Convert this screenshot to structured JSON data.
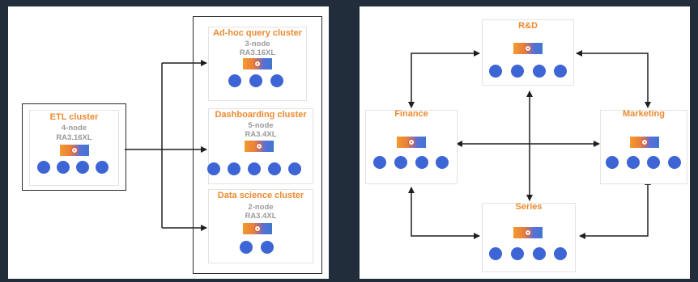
{
  "colors": {
    "background": "#222d3b",
    "panel": "#ffffff",
    "title_accent": "#ed8a2f",
    "spec_text": "#9a9a9a",
    "node": "#3e65d6",
    "arrow": "#1f1f1f"
  },
  "left_diagram": {
    "etl_cluster": {
      "title": "ETL cluster",
      "nodes_label": "4-node",
      "instance_type": "RA3.16XL",
      "node_count": 4
    },
    "consumer_clusters": [
      {
        "title": "Ad-hoc query cluster",
        "nodes_label": "3-node",
        "instance_type": "RA3.16XL",
        "node_count": 3
      },
      {
        "title": "Dashboarding cluster",
        "nodes_label": "5-node",
        "instance_type": "RA3.4XL",
        "node_count": 5
      },
      {
        "title": "Data science cluster",
        "nodes_label": "2-node",
        "instance_type": "RA3.4XL",
        "node_count": 2
      }
    ]
  },
  "right_diagram": {
    "rd": {
      "title": "R&D",
      "node_count": 4
    },
    "finance": {
      "title": "Finance",
      "node_count": 4
    },
    "marketing": {
      "title": "Marketing",
      "node_count": 4
    },
    "series": {
      "title": "Series",
      "node_count": 4
    }
  },
  "icons": {
    "cluster": "redshift-cluster-icon",
    "node": "compute-node-icon"
  }
}
